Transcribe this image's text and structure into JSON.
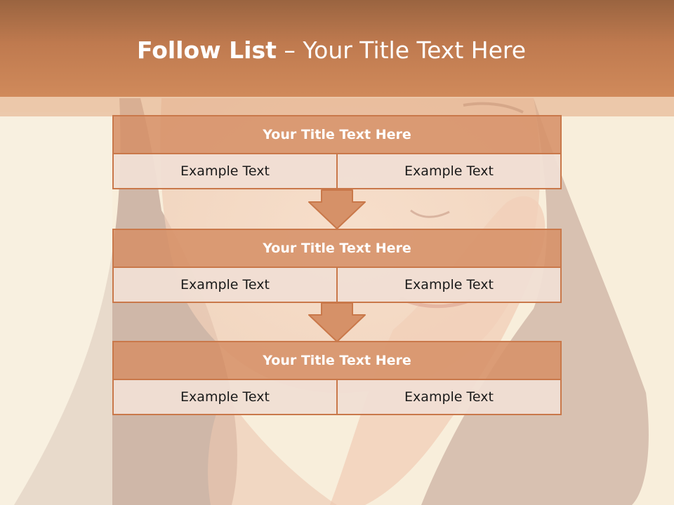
{
  "slide": {
    "title_bold": "Follow List",
    "title_rest": " – Your Title Text Here",
    "colors": {
      "header": "#c17c51",
      "box_header": "#d69168",
      "box_cell": "#f0ded4",
      "border": "#c9784a"
    }
  },
  "steps": [
    {
      "title": "Your Title Text Here",
      "cells": [
        "Example Text",
        "Example Text"
      ]
    },
    {
      "title": "Your Title Text Here",
      "cells": [
        "Example Text",
        "Example Text"
      ]
    },
    {
      "title": "Your Title Text Here",
      "cells": [
        "Example Text",
        "Example Text"
      ]
    }
  ]
}
